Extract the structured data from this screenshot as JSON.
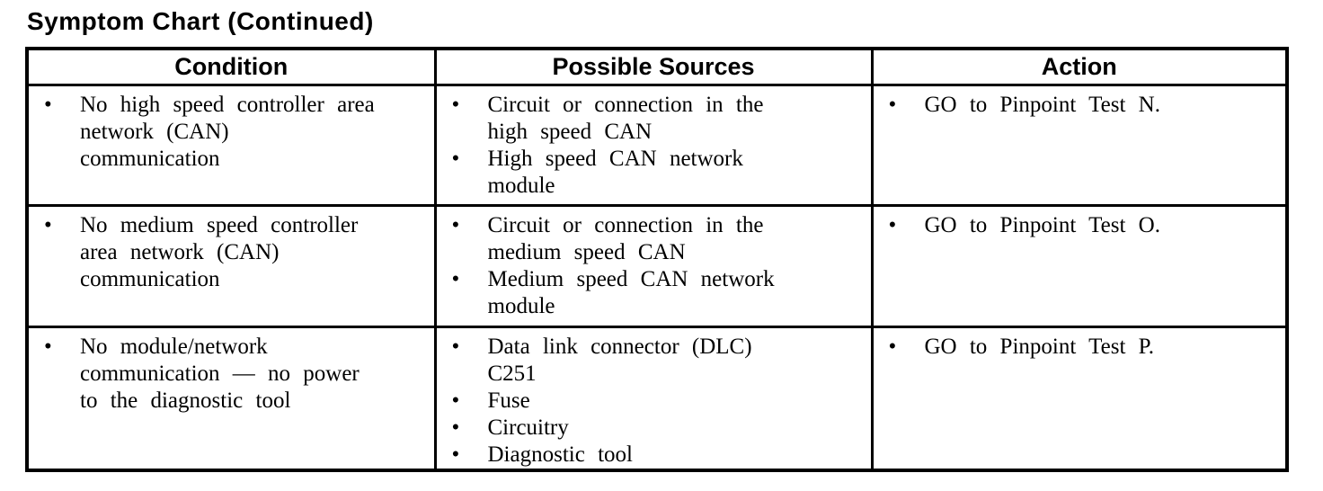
{
  "title": "Symptom Chart (Continued)",
  "table": {
    "headers": [
      "Condition",
      "Possible Sources",
      "Action"
    ],
    "bullet_glyph": "•",
    "rows": [
      {
        "condition": [
          "No high speed controller area\nnetwork (CAN)\ncommunication"
        ],
        "sources": [
          "Circuit or connection in the\nhigh speed CAN",
          "High speed CAN network\nmodule"
        ],
        "action": [
          "GO to Pinpoint Test N."
        ]
      },
      {
        "condition": [
          "No medium speed controller\narea network (CAN)\ncommunication"
        ],
        "sources": [
          "Circuit or connection in the\nmedium speed CAN",
          "Medium speed CAN network\nmodule"
        ],
        "action": [
          "GO to Pinpoint Test O."
        ]
      },
      {
        "condition": [
          "No module/network\ncommunication — no power\nto the diagnostic tool"
        ],
        "sources": [
          "Data link connector (DLC)\nC251",
          "Fuse",
          "Circuitry",
          "Diagnostic tool"
        ],
        "action": [
          "GO to Pinpoint Test P."
        ]
      }
    ]
  },
  "colors": {
    "text": "#000000",
    "background": "#ffffff",
    "border": "#000000"
  }
}
